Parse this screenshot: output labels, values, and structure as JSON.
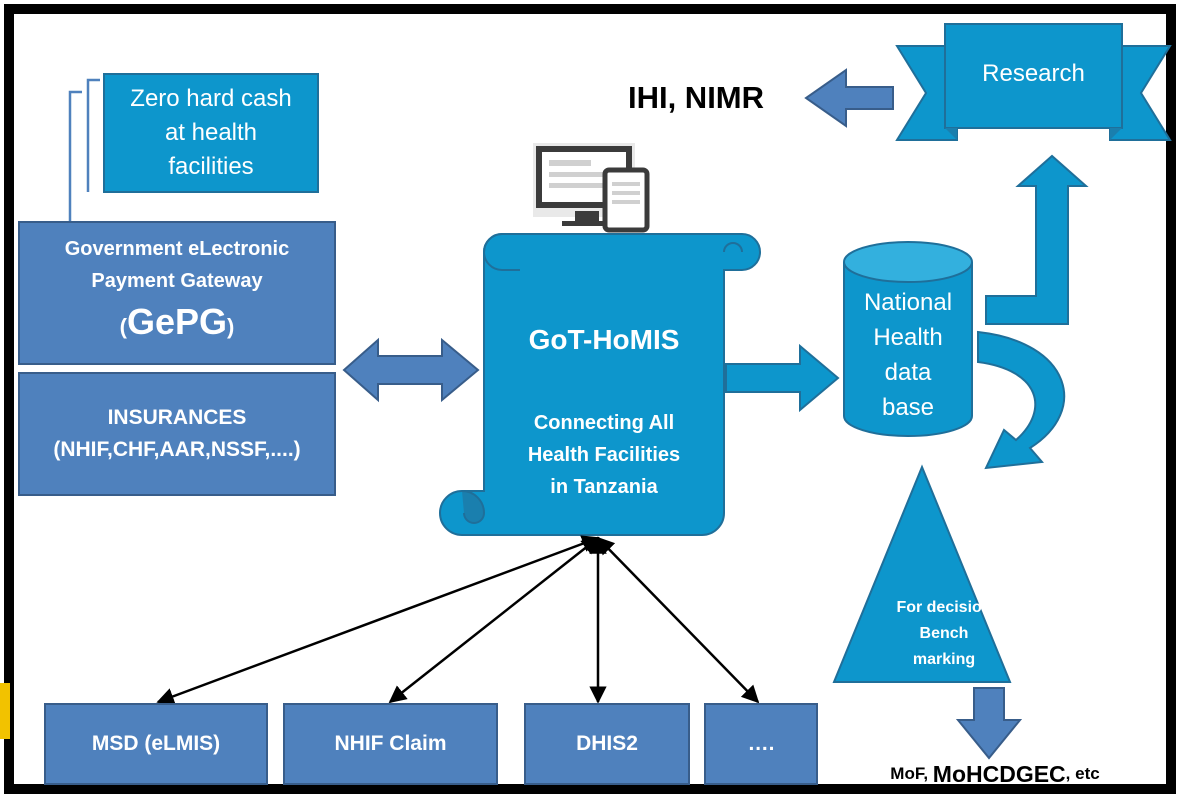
{
  "colors": {
    "primary_fill": "#0d96cc",
    "primary_stroke": "#1f6f9a",
    "steel_blue": "#4f81bd",
    "frame": "#000000",
    "accent_yellow": "#f2c200",
    "device_gray": "#3b3b3b"
  },
  "callout": {
    "line1": "Zero hard cash",
    "line2": "at health",
    "line3": "facilities"
  },
  "gepg": {
    "line1": "Government eLectronic",
    "line2": "Payment Gateway",
    "acronym_open": "(",
    "acronym": "GePG",
    "acronym_close": ")"
  },
  "insurances": {
    "title": "INSURANCES",
    "list": "(NHIF,CHF,AAR,NSSF,....)"
  },
  "central": {
    "title": "GoT-HoMIS",
    "line1": "Connecting All",
    "line2": "Health Facilities",
    "line3": "in Tanzania",
    "icon": "devices-icon"
  },
  "database": {
    "line1": "National",
    "line2": "Health",
    "line3": "data",
    "line4": "base"
  },
  "research": {
    "label": "Research"
  },
  "research_users": {
    "label": "IHI, NIMR"
  },
  "triangle": {
    "line1": "For decision",
    "line2": "Bench",
    "line3": "marking"
  },
  "decision_users": {
    "part1": "MoF, ",
    "part2": "MoHCDGEC",
    "part3": ", etc"
  },
  "bottom_systems": [
    {
      "label": "MSD (eLMIS)"
    },
    {
      "label": "NHIF Claim"
    },
    {
      "label": "DHIS2"
    },
    {
      "label": "…."
    }
  ]
}
